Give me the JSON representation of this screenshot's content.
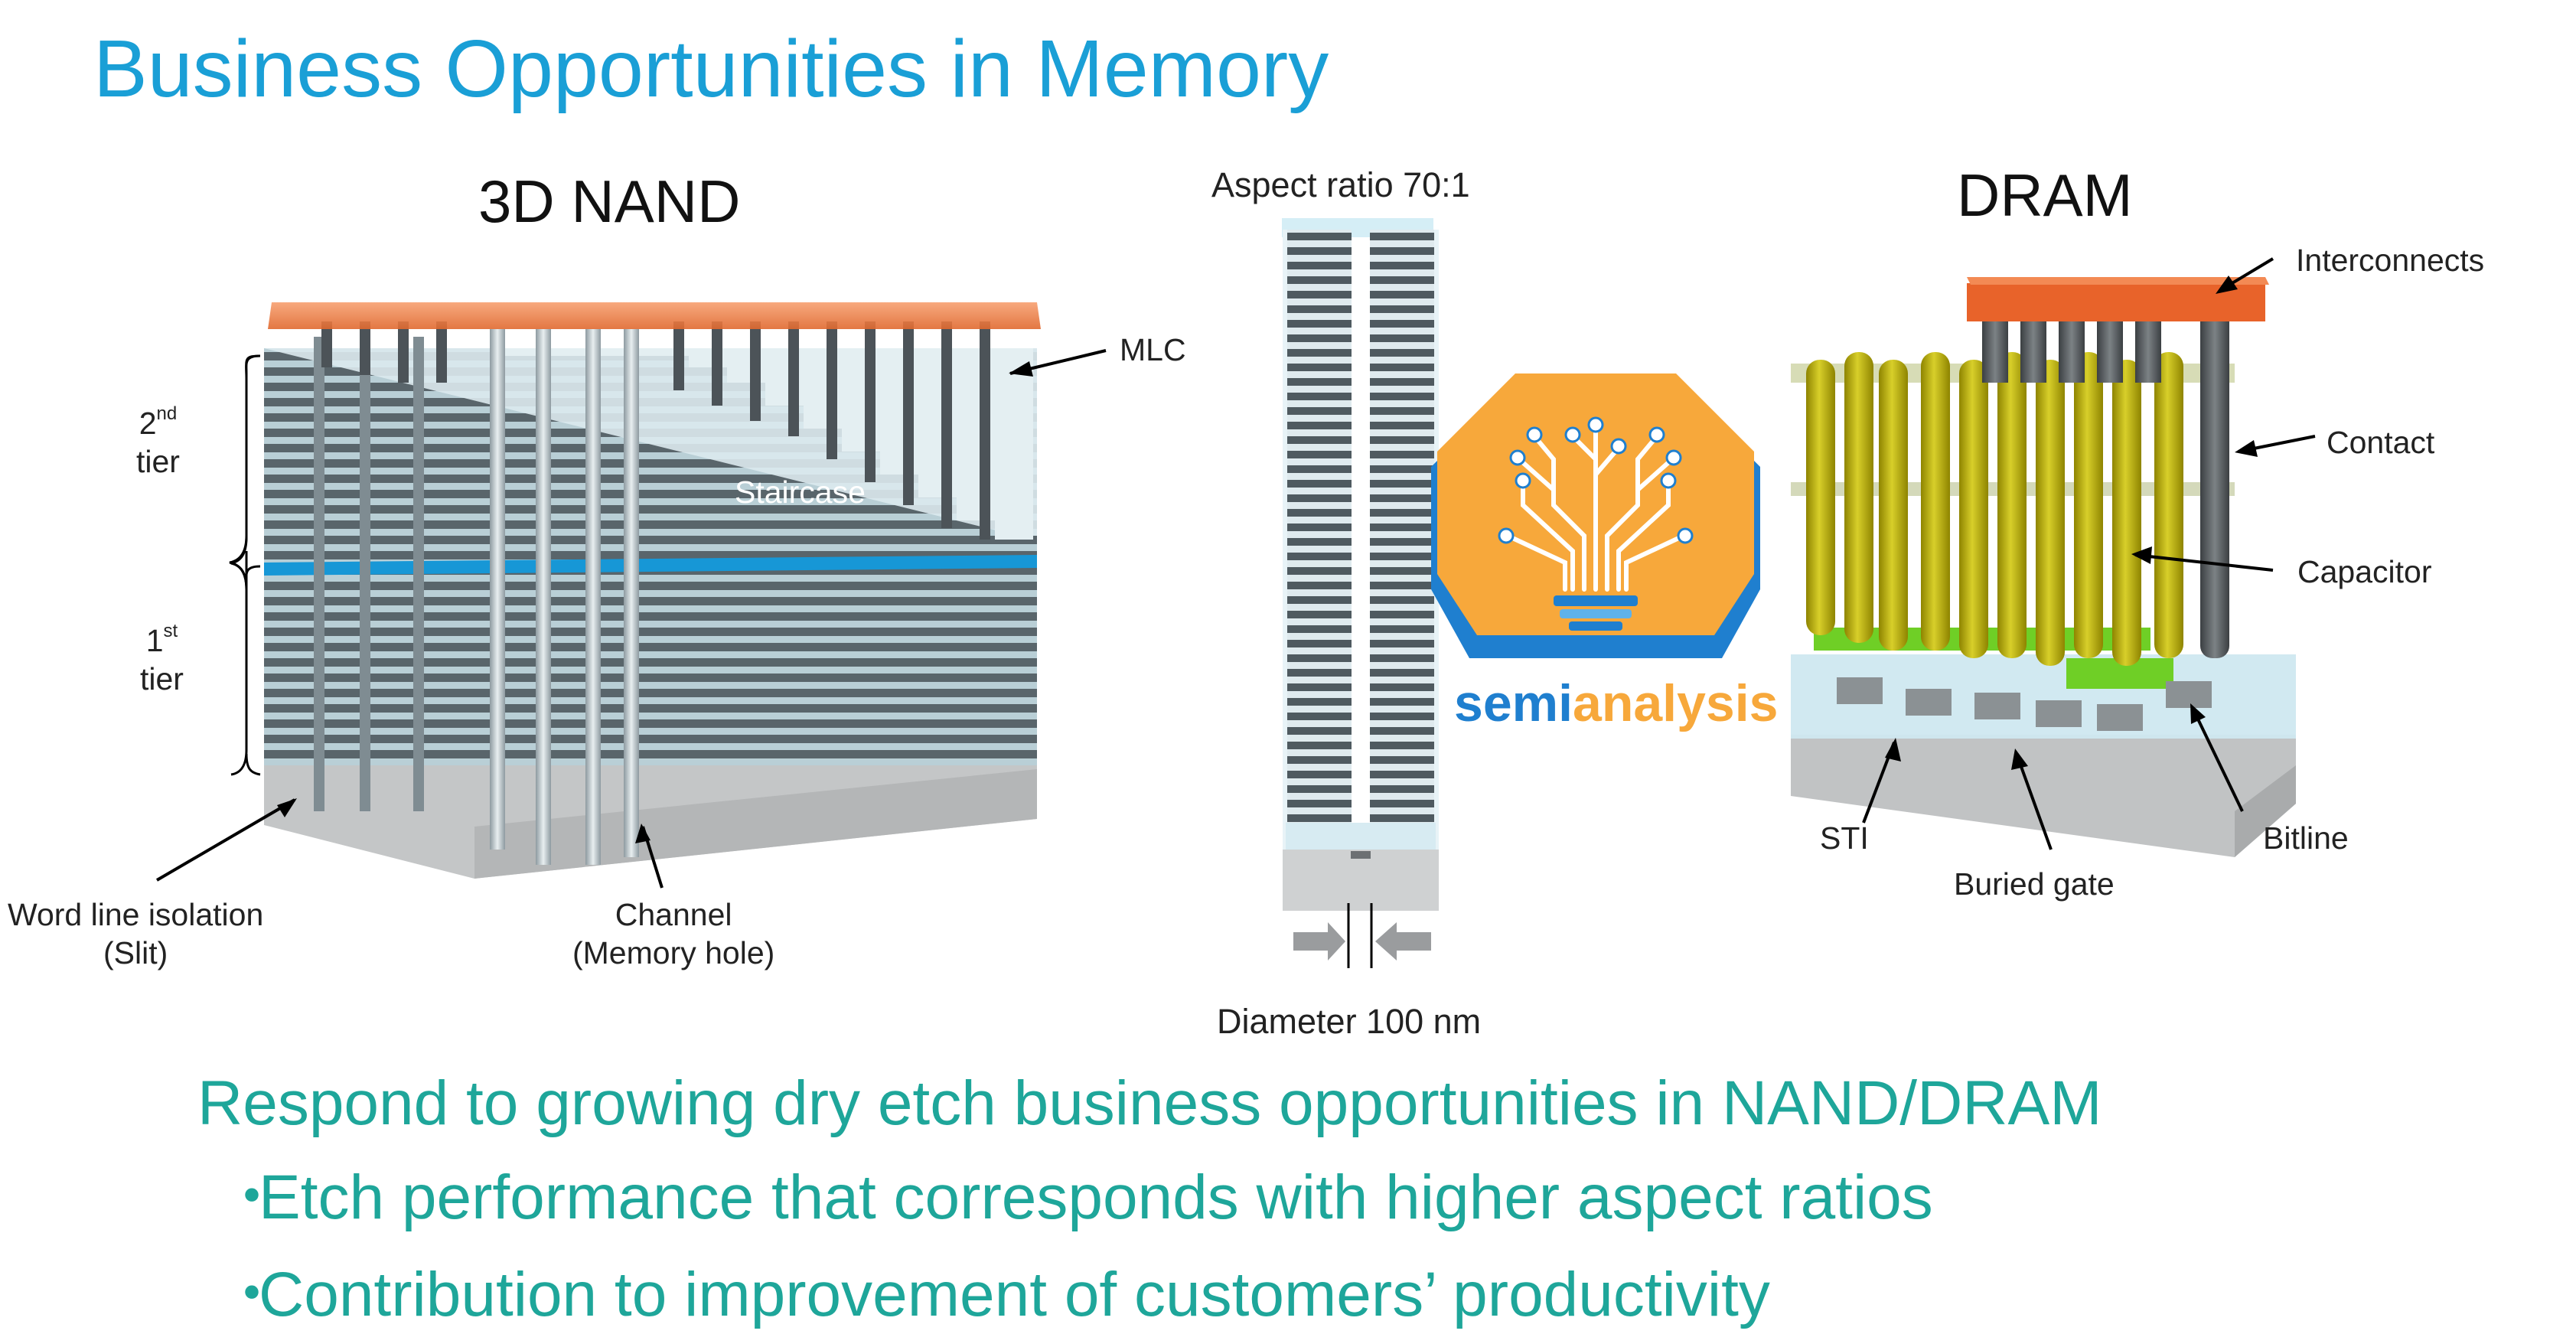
{
  "title": "Business Opportunities in Memory",
  "nand": {
    "heading": "3D NAND",
    "labels": {
      "mlc": "MLC",
      "tier2_top": "2",
      "tier2_sup": "nd",
      "tier2_bottom": "tier",
      "tier1_top": "1",
      "tier1_sup": "st",
      "tier1_bottom": "tier",
      "staircase": "Staircase",
      "wordline_line1": "Word line isolation",
      "wordline_line2": "(Slit)",
      "channel_line1": "Channel",
      "channel_line2": "(Memory hole)"
    }
  },
  "hole": {
    "aspect": "Aspect ratio 70:1",
    "diameter": "Diameter 100 nm"
  },
  "logo": {
    "text_a": "semi",
    "text_b": "analysis"
  },
  "dram": {
    "heading": "DRAM",
    "labels": {
      "interconnects": "Interconnects",
      "contact": "Contact",
      "capacitor": "Capacitor",
      "sti": "STI",
      "buried_gate": "Buried gate",
      "bitline": "Bitline"
    }
  },
  "bottom": {
    "headline": "Respond to growing dry etch business opportunities in NAND/DRAM",
    "bullets": [
      "Etch performance that corresponds with higher aspect ratios",
      "Contribution to improvement of customers’ productivity"
    ],
    "bullet_mark": "・"
  },
  "colors": {
    "title": "#1a9fd6",
    "bottom_text": "#1ea69a",
    "interconnect": "#f06a28",
    "capacitor": "#b5aa0a",
    "logo_orange": "#f7a83b",
    "logo_blue": "#1f7fcf"
  }
}
